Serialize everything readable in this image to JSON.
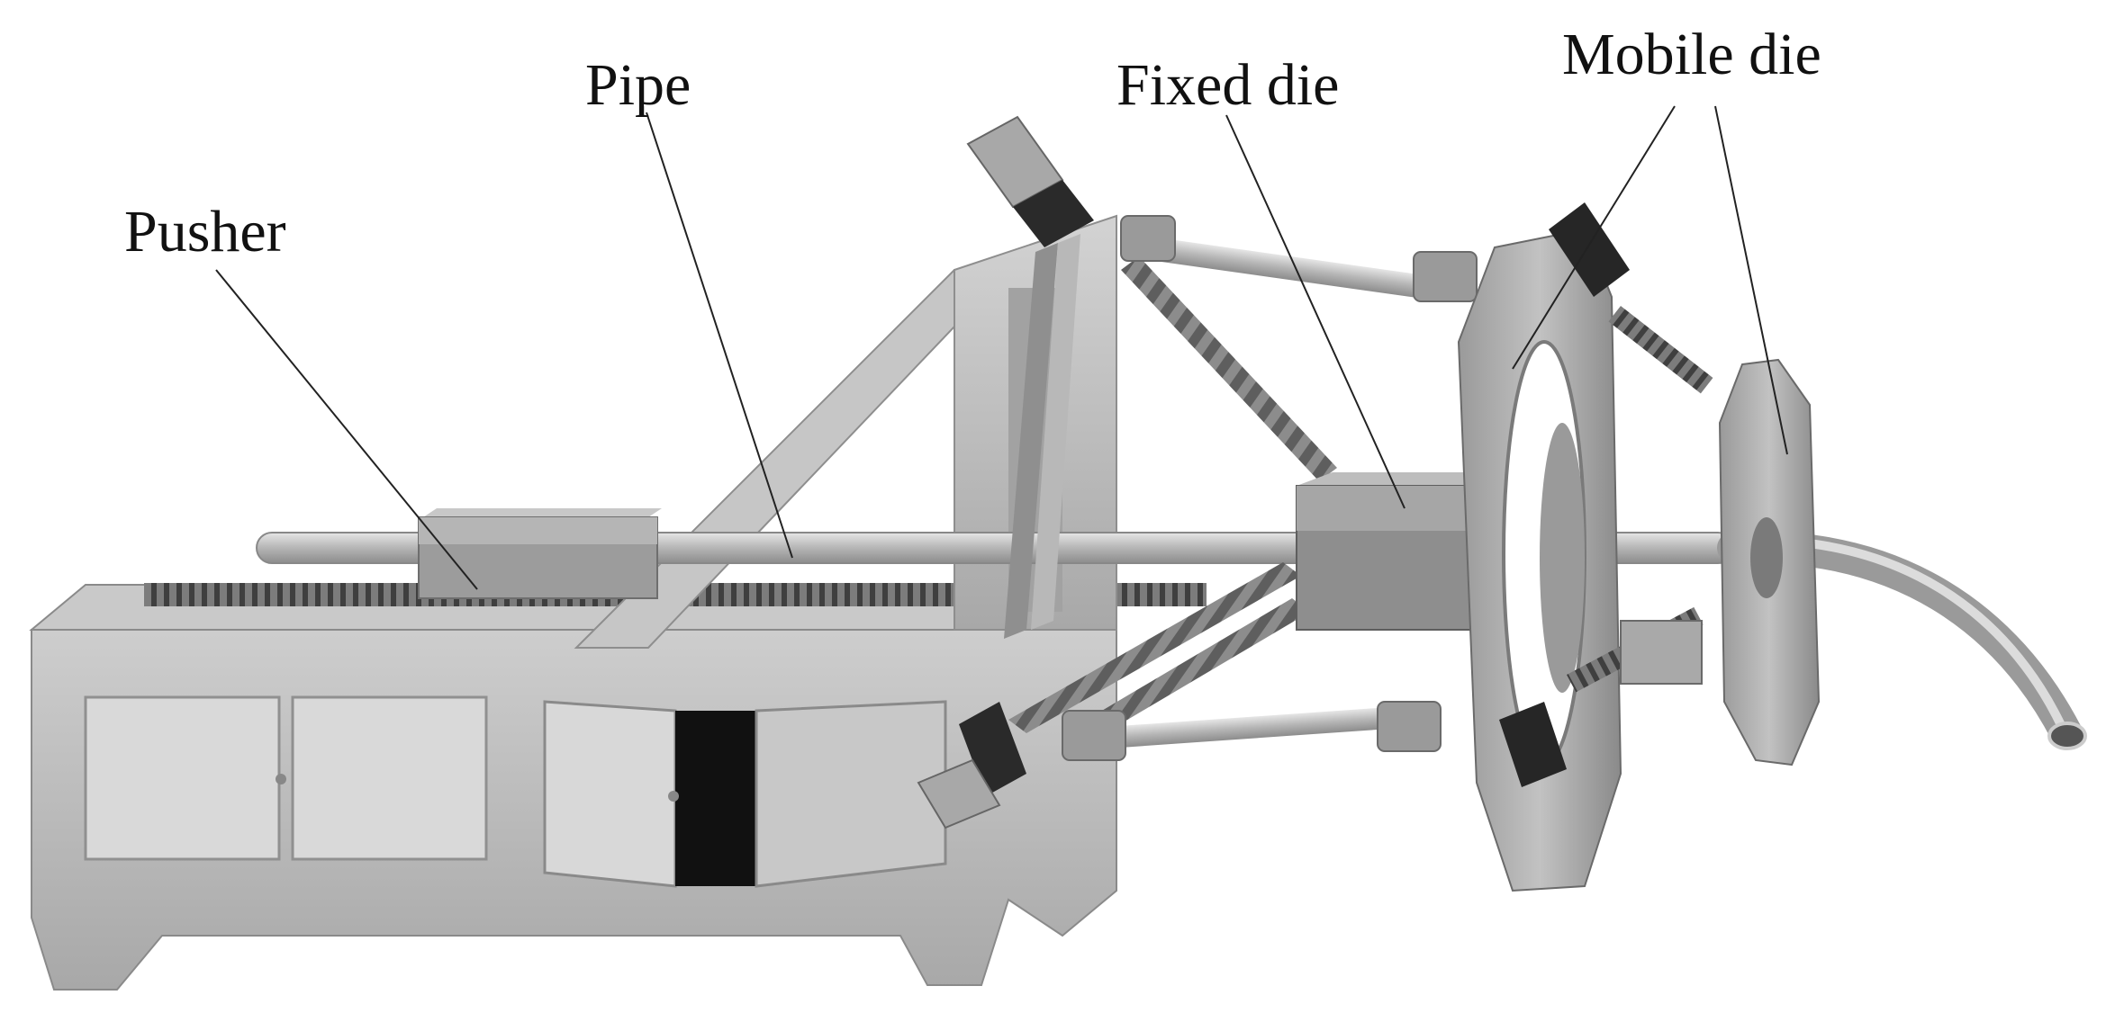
{
  "labels": {
    "pusher": "Pusher",
    "pipe": "Pipe",
    "fixed_die": "Fixed die",
    "mobile_die": "Mobile die"
  },
  "colors": {
    "background": "#ffffff",
    "frame": "#bdbdbd",
    "frame_dark": "#8f8f8f",
    "frame_light": "#d8d8d8",
    "panel": "#cfcfcf",
    "rod": "#a9a9a9",
    "motor": "#2a2a2a",
    "leader": "#222222",
    "text": "#111111"
  }
}
